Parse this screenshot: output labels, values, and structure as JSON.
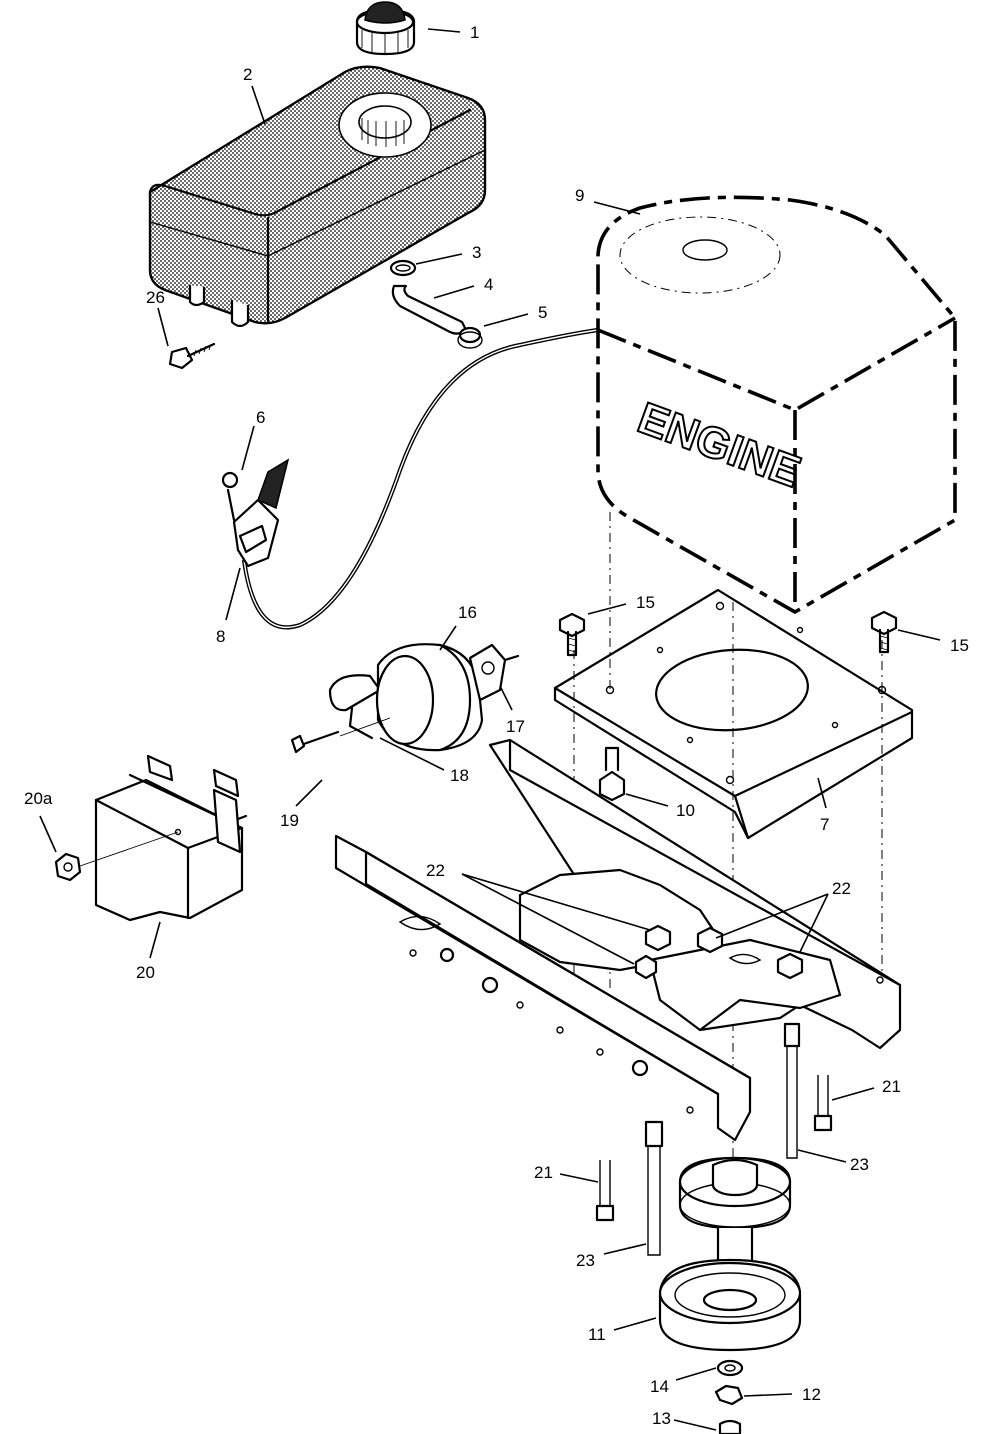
{
  "diagram": {
    "engine_label": "ENGINE",
    "callouts": {
      "c1": "1",
      "c2": "2",
      "c3": "3",
      "c4": "4",
      "c5": "5",
      "c6": "6",
      "c7": "7",
      "c8": "8",
      "c9": "9",
      "c10": "10",
      "c11": "11",
      "c12": "12",
      "c13": "13",
      "c14": "14",
      "c15a": "15",
      "c15b": "15",
      "c16": "16",
      "c17": "17",
      "c18": "18",
      "c19": "19",
      "c20": "20",
      "c20a": "20a",
      "c21a": "21",
      "c21b": "21",
      "c22a": "22",
      "c22b": "22",
      "c23a": "23",
      "c23b": "23",
      "c26": "26"
    }
  }
}
